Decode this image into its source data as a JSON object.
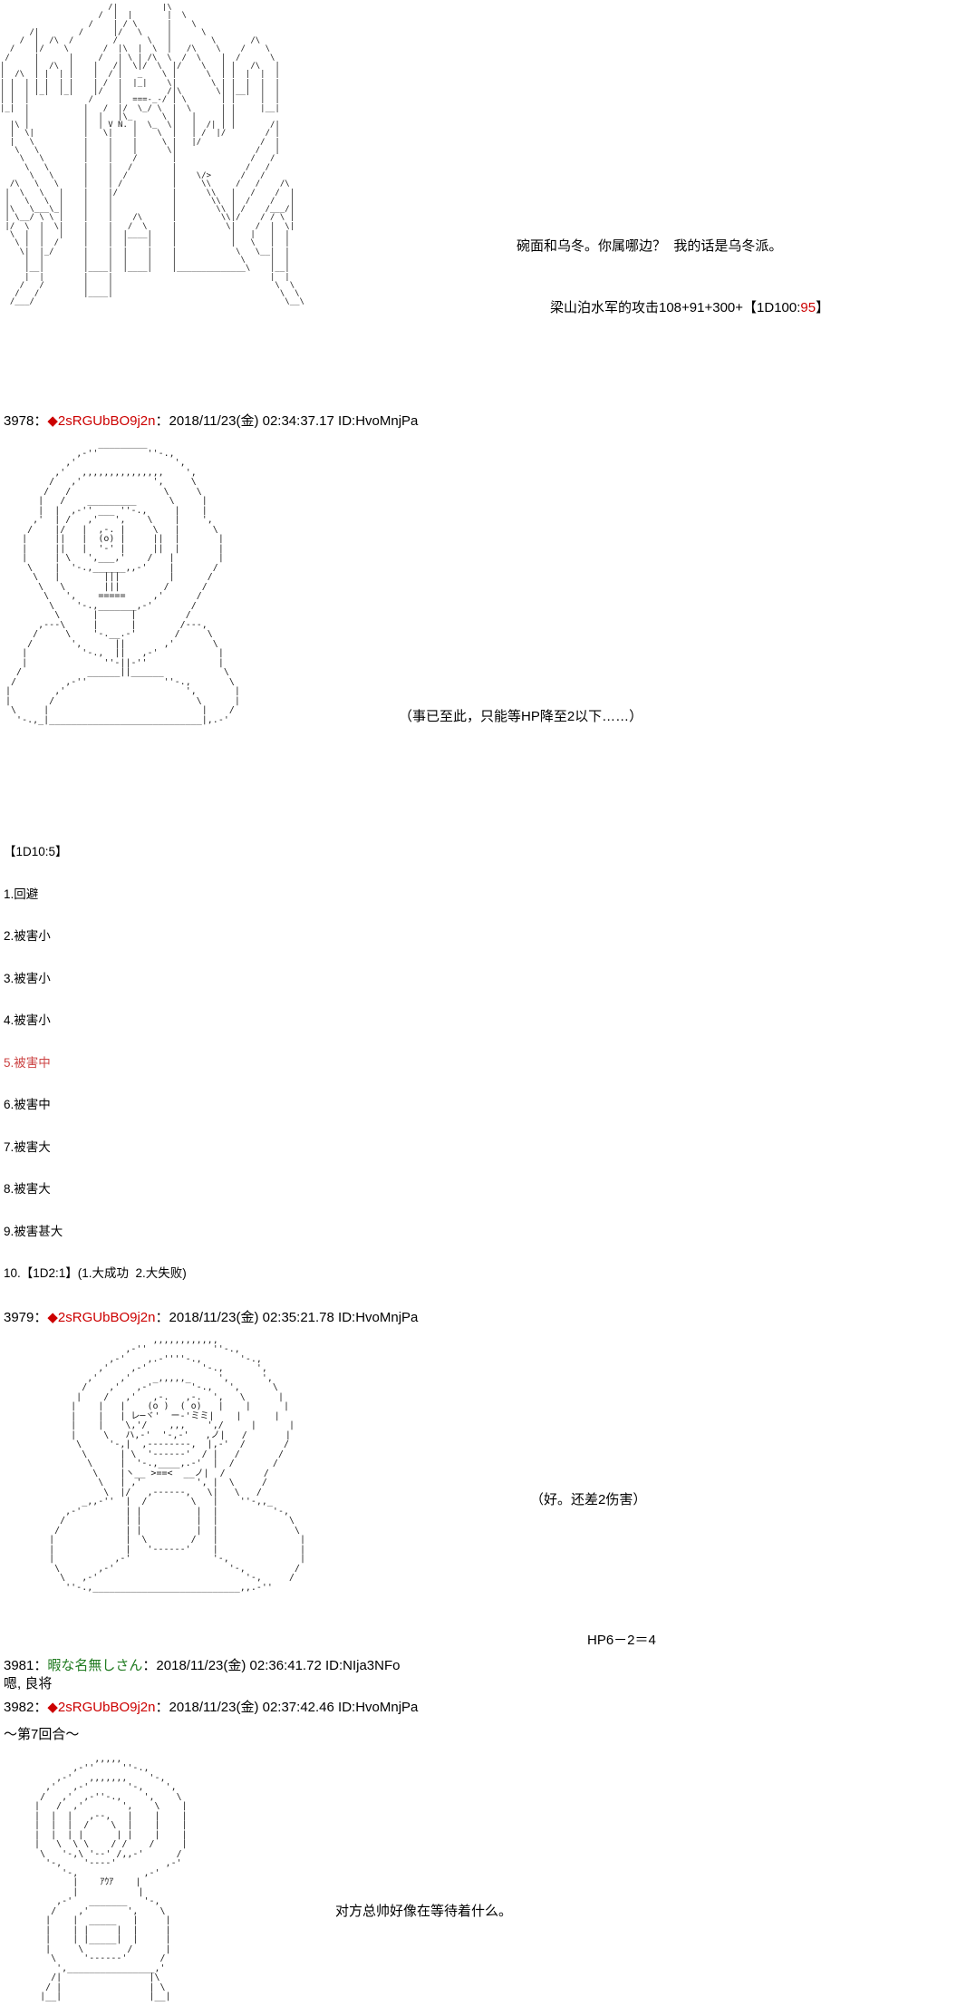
{
  "thread": {
    "posts": [
      {
        "id": "post-3978",
        "number": "3978",
        "separator": "：",
        "name": "◆2sRGUbBO9j2n",
        "name_color": "#cc0000",
        "tripcode_marker": "◆",
        "date": "2018/11/23(金) 02:34:37.17",
        "user_id": "ID:HvoMnjPa"
      },
      {
        "id": "post-3979",
        "number": "3979",
        "separator": "：",
        "name": "◆2sRGUbBO9j2n",
        "name_color": "#cc0000",
        "tripcode_marker": "◆",
        "date": "2018/11/23(金) 02:35:21.78",
        "user_id": "ID:HvoMnjPa"
      },
      {
        "id": "post-3981",
        "number": "3981",
        "separator": "：",
        "name": "暇な名無しさん",
        "name_color": "#1f7a1f",
        "date": "2018/11/23(金) 02:36:41.72",
        "user_id": "ID:NIja3NFo",
        "body": "嗯, 良将"
      },
      {
        "id": "post-3982",
        "number": "3982",
        "separator": "：",
        "name": "◆2sRGUbBO9j2n",
        "name_color": "#cc0000",
        "tripcode_marker": "◆",
        "date": "2018/11/23(金) 02:37:42.46",
        "user_id": "ID:HvoMnjPa",
        "body": "～第7回合～"
      }
    ]
  },
  "scene1": {
    "dialogue_line1": "碗面和乌冬。你属哪边？  我的话是乌冬派。",
    "attack_prefix": "梁山泊水军的攻击108+91+300+【1D100:",
    "attack_roll": "95",
    "attack_suffix": "】",
    "art": "                      /|         |\\\n                    /  |  |       |  \\\n                  /    | / \\      |    \\\n      /|        /      |/   \\     |      \\\n    /  |  /\\  /        /      \\   |        \\       /\\\n  /    |/    \\       /  |\\  |  \\  |   /\\    \\    /    \\\n /     |      |     /   | \\ | /\\  \\  /  \\    |  /      \\\n|      |  /\\  |    |   /|  \\|/  \\  |/    \\   | |   /\\   |\n|  /\\  | |  | |    |  / |   _    \\ |      \\  | |  |  |  |\n| |  | | |  | |    | /  |  |_|    \\|       \\ | |  |  |  |\n| |  | |_|  |_|    |/   |         /|\\       \\| |__|  |  |\n| |  |            /     |  ===-_-/ | \\       | |     |  |\n|_|  |           |   /  |/  \\_/ \\  |  \\      | |     |__|\n     |           |  |   |\\_      \\ |   |     | |\n  |\\ |           |  | V N. |  \\_  \\|   |  /| | |       /|\n  |  \\|          |   \\|    |    \\  |   | /  |/        / |\n  |   \\          |    |    |     \\ |   |/            /  |\n   \\   \\         |    |    |      \\|                /   |\n    \\   \\        |    |    /       |               /   /\n     \\   \\       |    |   /        |              /   /\n      \\   \\      |    |  /         |    \\/>      /   /\n  /\\   \\   \\     |    | /          |     \\\\     /   /    /\\\n |  \\   \\   |    |    |/           |      \\\\   |   /    /  |\n |   \\   \\  |    |    |            |       \\\\  |  /    /   |\n |\\   \\___\\_|    |    |            |        \\\\ | /    /___/|\n | \\__/ \\ \\ |    |    |    /\\      |         \\\\|/    / / \\ |\n |/  \\  |  \\|    |    |   /  \\     |          \\|    /  |  \\|\n  \\  |  |   |    |    |  |____|    |           |   |   |  |\n   \\ |  |  /     |    |  |    |    |           |   \\   |  |\n    \\|  |_/      |    |  |    |    |            \\   \\__|  |\n     |  |        |    |  |    |    |             \\     |  |\n     |__|        |____|  |____|    |______________\\    |__|\n     |  |        |    |                                |  |\n    /   /        |    |                                 \\  \\\n   /   /         |____|                                  \\  \\\n  /___/                                                   \\__\\"
  },
  "scene2": {
    "dialogue_line1": "（事已至此，只能等HP降至2以下……）",
    "art": "                  _________\n              ,-''         ''-.,\n            ,'                  ',\n          ,'   ,,,,,,,,,,,,,,,    ',\n         /   ,'             ',     \\\n        /   /                 \\     \\\n       |   /    _________      \\     |\n       |  |  ,-'' ___ ''-.,     |    |\n      ,'  | /   ,'   ',    \\    |    ',\n     /    |/   |  ,-. |     \\   |      \\\n    |     ||   |  (o) |     ||  |       |\n    |     ||   |  '-' |     ||  |       |\n    |     | \\   ',___,'    /   |        |\n     \\    |  '-.,______,,-'    |       /\n      \\   |        |||         |      /\n       \\   \\       |||        /      /\n        \\   ',    =====     ,'      /\n         \\    '-.,_______,-'       /\n          \\      |      |         /\n       ,---\\     |      |        /---,\n      /     \\    '-.__.-'       /     \\\n     /       ',      ||       ,'       \\\n    |          '-.,  ||   ,-'           |\n    |              ''-||-''             |\n   /            ______||______           \\\n  /         ,-''              ''-.,       \\\n |        ,'                      ',       |\n |       /                          \\      |\n  \\     |                            |    /\n   '-.,_|____________________________|,.-'"
  },
  "scene3": {
    "dialogue_line1": "（好。还差2伤害）",
    "hp_line": "HP6－2＝4",
    "art": "                       ,,,,,,,,,,,,\n                  ,-''            ''-.,\n               ,-'    ,.-''''-.,       '-.,\n             ,'    ,-'          '-.,      ',\n           ,'    ,'    _,,,,,_     ',      ',\n          /    ,'   ,-'       '-.,   ',      \\\n         |    /   ,'   ,-.   ,-.  ',   \\      |\n        |    |   |    (o )  ( o)   |    |      |\n        |    |   | レ─ヾ'  ー-'ミミ|    |      |\n        |    |    \\,'/    ,,,    ',/     |      |\n        |     \\   ハ,-'  '-,-'   ,ノ|   /       |\n         \\     '-,|  ,--------,  |,-'  /       /\n          \\      | \\  '------'  / |   /       /\n           \\     |  '-.,____,.-'  |  /       /\n            \\    |ヽ__ >==<  __ノ|  /       /\n             \\   | ,'          ', |  \\     /\n              \\  |/   ,------,   \\|   \\   /\n          _,,-''  |  /        \\   |    ''-,,_\n       ,-'        | |          |  |          '-,\n      /           | |          |  |             \\\n     /            | |          |  |              \\\n    |             |  \\        /   |               |\n    |             |   '------'    |               |\n    |           ,-'               '-,             |\n     \\       ,-'                     '-,         /\n      \\   ,-'                           '-,     /\n       ''-.,___________________________,,.-''"
  },
  "scene4": {
    "dialogue_line1": "对方总帅好像在等待着什么。",
    "art": "              ,,,,,\n          ,-''     ''-.,\n       ,-'   ,,,,,,,    '-,\n     ,'   ,-'       '-,    ',\n    /   ,'  ,-''-.,    ',    \\\n   |   /  ,'       ',    \\    |\n   |  |  |   ,--,   |    |    |\n   |  |  |  /    \\  |    |    |\n   |  |  | |      | |    |    |\n   |   \\  \\ \\    / /    /     |\n    \\   '-,\\ '--' /,,-'      /\n     '-,    '----'         ,-'\n        '-,            ,-'\n          |    ｱｳｱ    |\n          |           |\n       ,-'   _______   '-,\n      /    ,'       ',    \\\n     |    |  _____   |     |\n     |    | |     |  |     |\n     |    | |_____|  |     |\n     |     \\        /      |\n      \\     '------'      /\n       ',________________,'\n      /|                |\\\n     / |                | \\\n    |__|                |__|"
  },
  "dice_block": {
    "header": "【1D10:5】",
    "items": [
      {
        "text": "1.回避",
        "highlight": false
      },
      {
        "text": "2.被害小",
        "highlight": false
      },
      {
        "text": "3.被害小",
        "highlight": false
      },
      {
        "text": "4.被害小",
        "highlight": false
      },
      {
        "text": "5.被害中",
        "highlight": true
      },
      {
        "text": "6.被害中",
        "highlight": false
      },
      {
        "text": "7.被害大",
        "highlight": false
      },
      {
        "text": "8.被害大",
        "highlight": false
      },
      {
        "text": "9.被害甚大",
        "highlight": false
      },
      {
        "text": "10.【1D2:1】(1.大成功  2.大失败)",
        "highlight": false
      }
    ],
    "highlight_color": "#cc4444"
  }
}
